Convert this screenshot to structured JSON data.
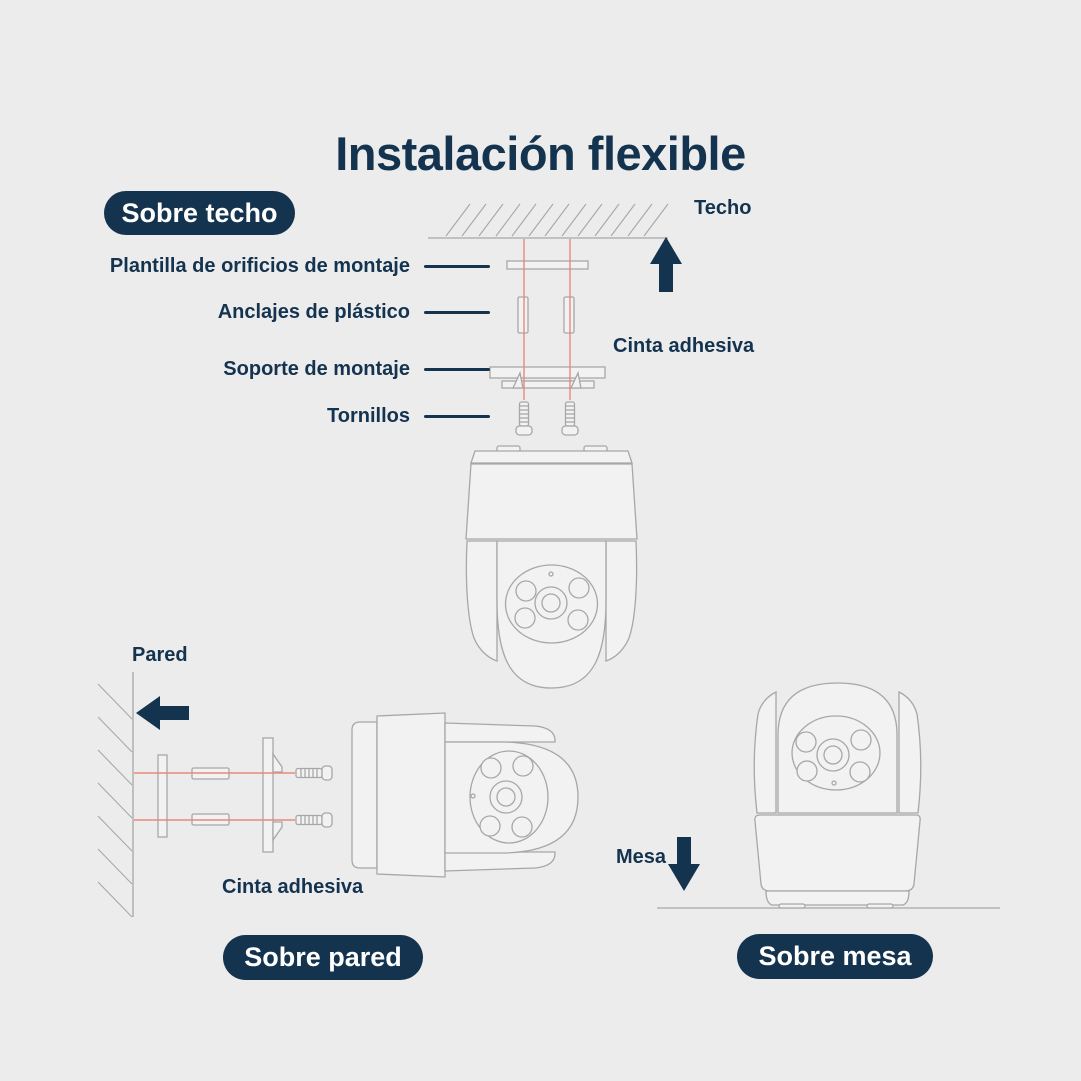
{
  "title": "Instalación flexible",
  "colors": {
    "navy": "#14334e",
    "red_guide": "#e8887c",
    "line_gray": "#a7a7a8",
    "background": "#ececed",
    "pill_text": "#ffffff"
  },
  "sections": {
    "ceiling": {
      "badge": "Sobre techo",
      "surface": "Techo",
      "parts": [
        "Plantilla de orificios de montaje",
        "Anclajes de plástico",
        "Soporte de montaje",
        "Tornillos"
      ],
      "tape": "Cinta adhesiva"
    },
    "wall": {
      "badge": "Sobre pared",
      "surface": "Pared",
      "tape": "Cinta adhesiva"
    },
    "table": {
      "badge": "Sobre mesa",
      "surface": "Mesa"
    }
  }
}
